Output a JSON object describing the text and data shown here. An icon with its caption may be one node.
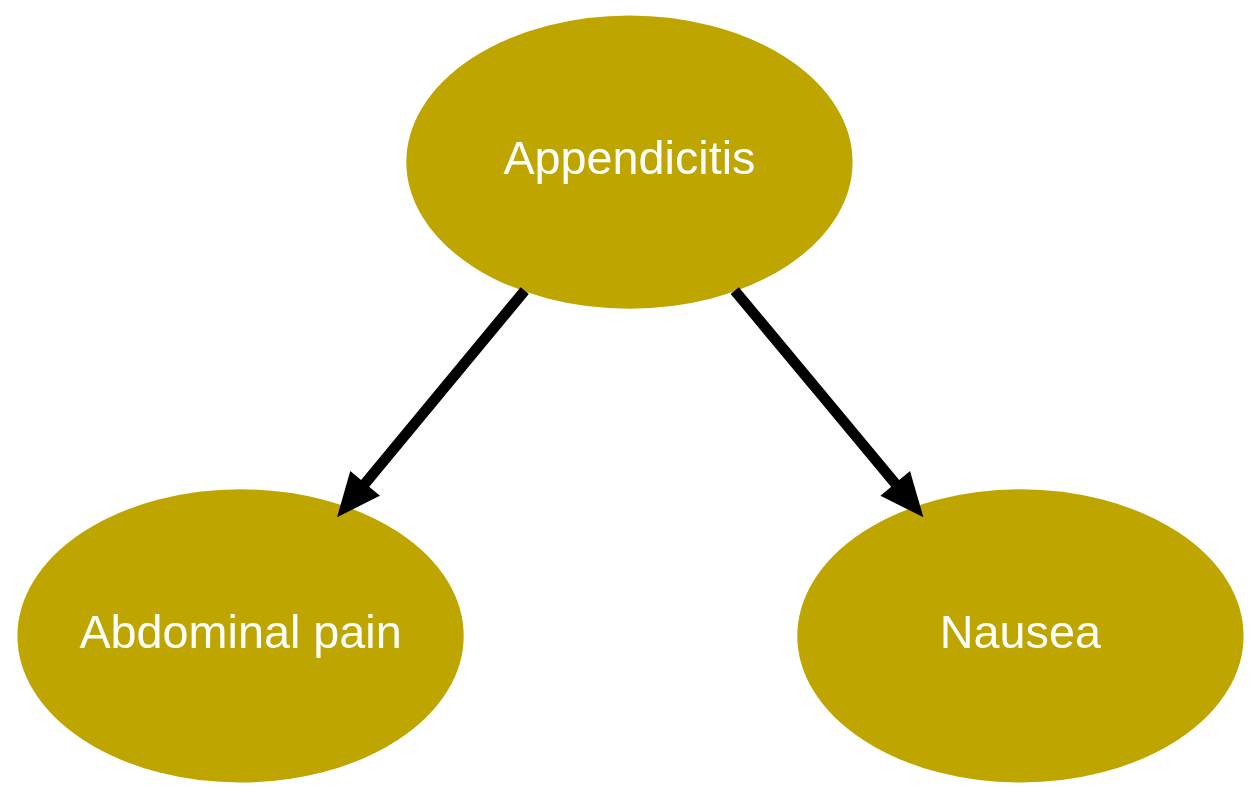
{
  "diagram": {
    "nodes": [
      {
        "text": [
          "Appendicitis"
        ]
      },
      {
        "text": [
          "Abdominal pain"
        ]
      },
      {
        "text": [
          "Nausea"
        ]
      }
    ],
    "edges": [
      {
        "from": 0,
        "to": 1,
        "arrow": "to"
      },
      {
        "from": 0,
        "to": 2,
        "arrow": "to"
      }
    ]
  }
}
